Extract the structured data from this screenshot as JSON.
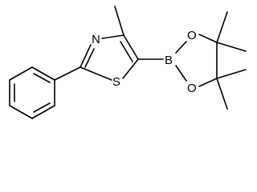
{
  "molecule": {
    "atoms": {
      "nitrogen": "N",
      "sulfur": "S",
      "boron": "B",
      "oxygen_top": "O",
      "oxygen_bottom": "O"
    }
  },
  "colors": {
    "bond": "#000000",
    "label": "#000000",
    "background": "#ffffff"
  }
}
